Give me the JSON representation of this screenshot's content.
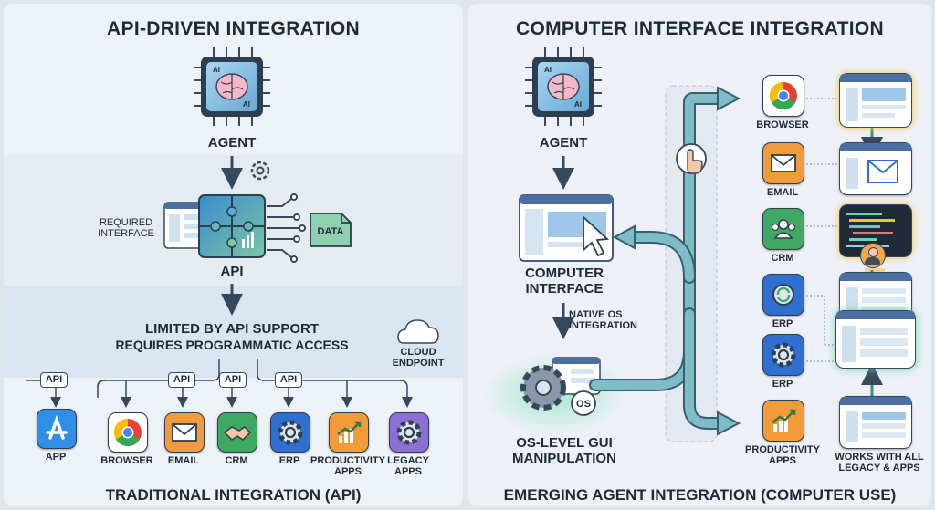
{
  "left": {
    "title": "API-DRIVEN INTEGRATION",
    "agent_label": "AGENT",
    "chip_text": "AI",
    "required_interface": "REQUIRED\nINTERFACE",
    "data_label": "DATA",
    "api_label": "API",
    "limited_title": "LIMITED BY API SUPPORT",
    "limited_subtitle": "REQUIRES PROGRAMMATIC ACCESS",
    "cloud_label": "CLOUD\nENDPOINT",
    "api_tag": "API",
    "apps": [
      {
        "label": "APP",
        "icon": "app-store-icon",
        "color": "#2f8ee6"
      },
      {
        "label": "BROWSER",
        "icon": "chrome-icon",
        "color": "#ffffff"
      },
      {
        "label": "EMAIL",
        "icon": "envelope-icon",
        "color": "#f19a3e"
      },
      {
        "label": "CRM",
        "icon": "handshake-icon",
        "color": "#3fa863"
      },
      {
        "label": "ERP",
        "icon": "gear-icon",
        "color": "#2f6fd1"
      },
      {
        "label": "PRODUCTIVITY\nAPPS",
        "icon": "growth-chart-icon",
        "color": "#f29b38"
      },
      {
        "label": "LEGACY\nAPPS",
        "icon": "gear-icon",
        "color": "#8b6fd3"
      }
    ],
    "footer": "TRADITIONAL INTEGRATION (API)"
  },
  "right": {
    "title": "COMPUTER INTERFACE INTEGRATION",
    "agent_label": "AGENT",
    "chip_text": "AI",
    "computer_interface": "COMPUTER\nINTERFACE",
    "native_os": "NATIVE OS\nINTEGRATION",
    "os_badge": "OS",
    "os_level": "OS-LEVEL GUI\nMANIPULATION",
    "apps": [
      {
        "label": "BROWSER",
        "icon": "chrome-icon",
        "color": "#ffffff"
      },
      {
        "label": "EMAIL",
        "icon": "envelope-icon",
        "color": "#f19a3e"
      },
      {
        "label": "CRM",
        "icon": "people-icon",
        "color": "#3fa863"
      },
      {
        "label": "ERP",
        "icon": "refresh-gear-icon",
        "color": "#2f6fd1"
      },
      {
        "label": "ERP",
        "icon": "gear-icon",
        "color": "#2f6fd1"
      },
      {
        "label": "PRODUCTIVITY\nAPPS",
        "icon": "growth-chart-icon",
        "color": "#f29b38"
      }
    ],
    "works_with": "WORKS WITH ALL\nLEGACY & APPS",
    "footer": "EMERGING AGENT INTEGRATION (COMPUTER USE)",
    "colors": {
      "arrow": "#7fbcc7",
      "arrow_stroke": "#35606e",
      "accent": "#3e7ecb"
    }
  }
}
